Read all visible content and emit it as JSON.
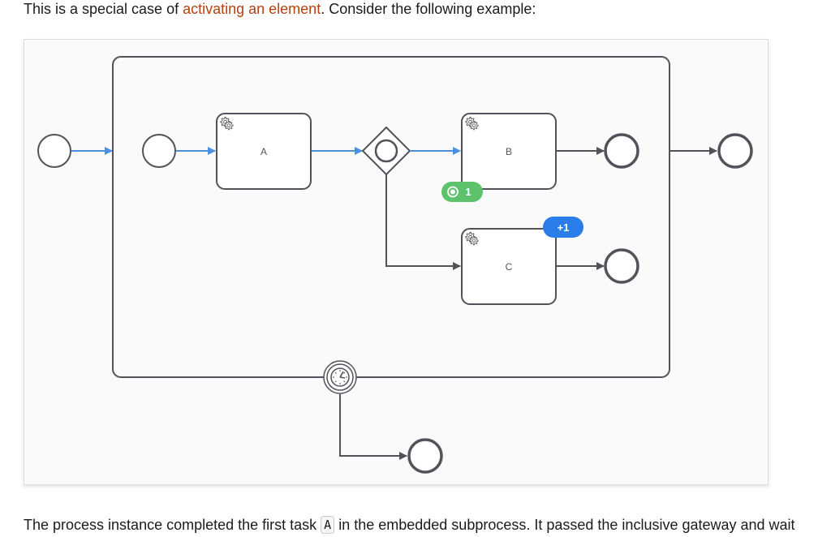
{
  "intro": {
    "before_link": "This is a special case of ",
    "link": "activating an element",
    "after_link": ". Consider the following example:"
  },
  "diagram": {
    "tasks": {
      "a": "A",
      "b": "B",
      "c": "C"
    },
    "badges": {
      "active_count": "1",
      "added_count": "+1"
    },
    "colors": {
      "active_flow": "#4a90e2",
      "default_flow": "#52525b",
      "active_badge": "#5cc26b",
      "added_badge": "#2b7de9"
    },
    "icons": {
      "task": "gear-icon",
      "boundary_event": "timer-icon"
    }
  },
  "outro": {
    "before_code": "The process instance completed the first task ",
    "code": "A",
    "after_code": " in the embedded subprocess. It passed the inclusive gateway and wait"
  }
}
